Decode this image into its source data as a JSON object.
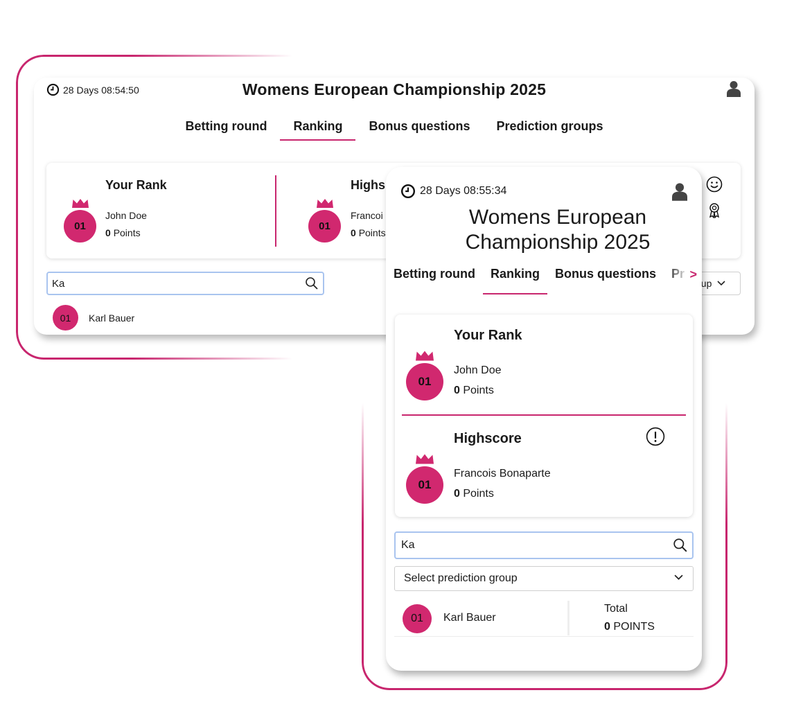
{
  "desktop": {
    "timer": "28 Days 08:54:50",
    "title": "Womens European Championship 2025",
    "tabs": [
      {
        "label": "Betting round"
      },
      {
        "label": "Ranking"
      },
      {
        "label": "Bonus questions"
      },
      {
        "label": "Prediction groups"
      }
    ],
    "your_rank": {
      "title": "Your Rank",
      "rank": "01",
      "name": "John Doe",
      "points_value": "0",
      "points_unit": "Points"
    },
    "highscore": {
      "title": "Highs",
      "rank": "01",
      "name": "Francoi",
      "points_value": "0",
      "points_unit": "Points"
    },
    "search": {
      "value": "Ka"
    },
    "select": {
      "value": "oup"
    },
    "results": [
      {
        "rank": "01",
        "name": "Karl Bauer"
      }
    ]
  },
  "mobile": {
    "timer": "28 Days 08:55:34",
    "title": "Womens European Championship 2025",
    "tabs": [
      {
        "label": "Betting round"
      },
      {
        "label": "Ranking"
      },
      {
        "label": "Bonus questions"
      },
      {
        "label": "Pr"
      }
    ],
    "scroll_arrow": ">",
    "your_rank": {
      "title": "Your Rank",
      "rank": "01",
      "name": "John Doe",
      "points_value": "0",
      "points_unit": "Points"
    },
    "highscore": {
      "title": "Highscore",
      "rank": "01",
      "name": "Francois Bonaparte",
      "points_value": "0",
      "points_unit": "Points"
    },
    "search": {
      "value": "Ka"
    },
    "select": {
      "value": "Select prediction group"
    },
    "results": [
      {
        "rank": "01",
        "name": "Karl Bauer",
        "total_label": "Total",
        "points_value": "0",
        "points_unit": "POINTS"
      }
    ]
  },
  "colors": {
    "accent": "#c8266e",
    "medal": "#d1286f",
    "search_border": "#a9c4ef"
  },
  "icons": [
    "clock-icon",
    "user-icon",
    "crown-icon",
    "search-icon",
    "chevron-down-icon",
    "smiley-icon",
    "award-icon",
    "info-icon"
  ]
}
